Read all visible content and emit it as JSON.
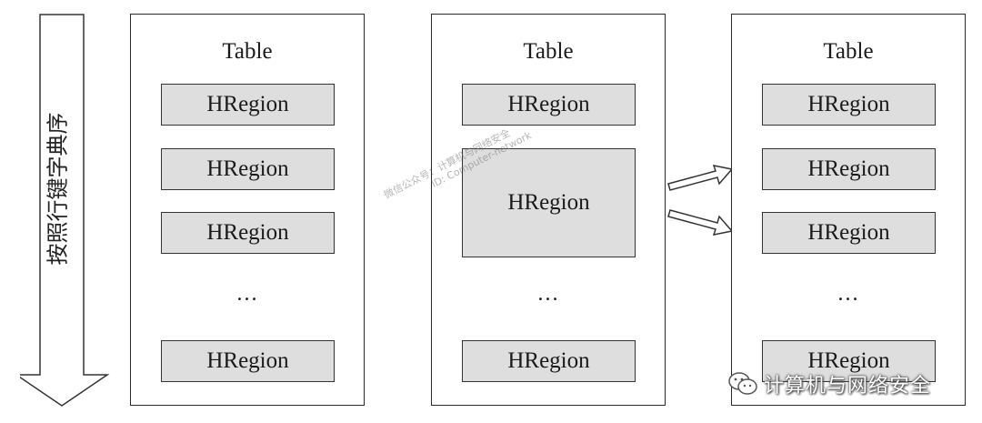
{
  "side_label": "按照行键字典序",
  "tables": [
    {
      "title": "Table",
      "regions_top": [
        "HRegion",
        "HRegion",
        "HRegion"
      ],
      "ellipsis": "…",
      "region_last": "HRegion"
    },
    {
      "title": "Table",
      "region_first": "HRegion",
      "region_large": "HRegion",
      "ellipsis": "…",
      "region_last": "HRegion"
    },
    {
      "title": "Table",
      "regions_top": [
        "HRegion",
        "HRegion",
        "HRegion"
      ],
      "ellipsis": "…",
      "region_last": "HRegion"
    }
  ],
  "watermarks": {
    "diagonal_line1": "微信公众号：计算机与网络安全",
    "diagonal_line2": "ID: Computer-network",
    "brand": "计算机与网络安全",
    "brand_icon": "wechat-icon"
  }
}
